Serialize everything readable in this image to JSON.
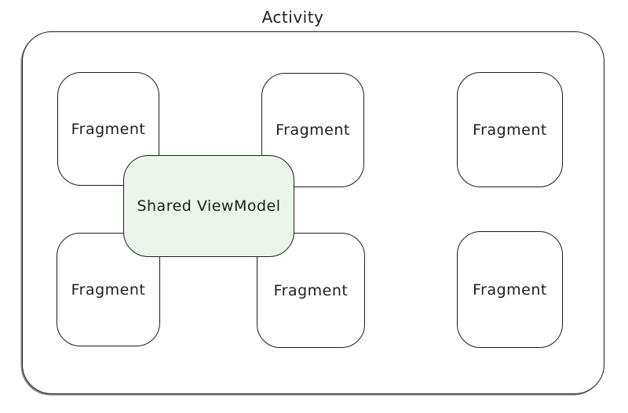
{
  "diagram": {
    "title": "Activity",
    "shared_box": {
      "label": "Shared ViewModel",
      "fill": "#e9f6e9"
    },
    "fragments": [
      {
        "label": "Fragment",
        "position": "top-left"
      },
      {
        "label": "Fragment",
        "position": "top-middle"
      },
      {
        "label": "Fragment",
        "position": "top-right"
      },
      {
        "label": "Fragment",
        "position": "bottom-left"
      },
      {
        "label": "Fragment",
        "position": "bottom-middle"
      },
      {
        "label": "Fragment",
        "position": "bottom-right"
      }
    ],
    "colors": {
      "stroke": "#1e1e1e",
      "shared_fill": "#e9f6e9",
      "background": "#ffffff"
    }
  }
}
